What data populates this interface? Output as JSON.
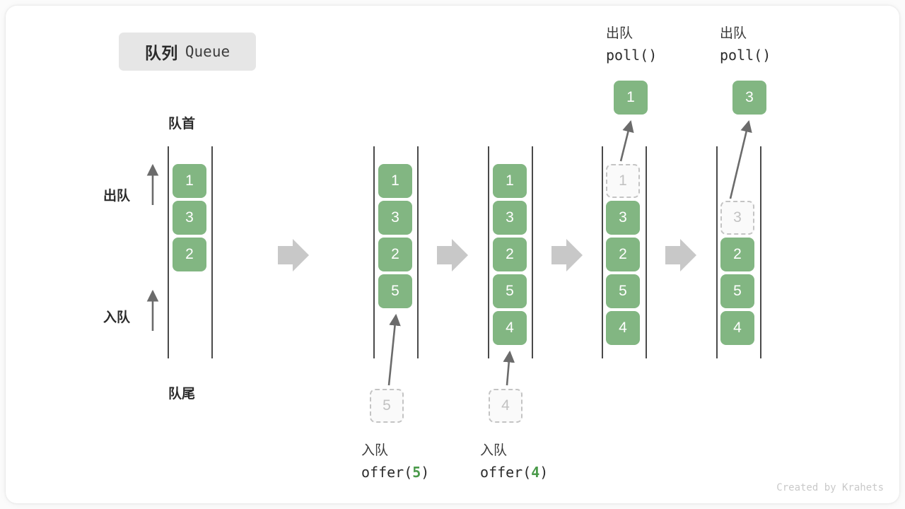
{
  "title": {
    "cn": "队列",
    "en": "Queue"
  },
  "labels": {
    "head": "队首",
    "tail": "队尾",
    "dequeue": "出队",
    "enqueue": "入队"
  },
  "credit": "Created by Krahets",
  "colors": {
    "cell_green": "#82b682",
    "ghost_border": "#c4c4c4",
    "ghost_text": "#c2c2c2",
    "rail": "#4a4a4a",
    "step_arrow": "#c8c8c8",
    "code_number": "#4a9a4a",
    "chip_bg": "#e6e6e6"
  },
  "steps": [
    {
      "id": "initial",
      "cells": [
        "1",
        "3",
        "2"
      ],
      "ghost": null,
      "op_cn": null,
      "op_code": null
    },
    {
      "id": "offer-5",
      "cells": [
        "1",
        "3",
        "2",
        "5"
      ],
      "ghost": {
        "value": "5",
        "position": "bottom"
      },
      "op_cn": "入队",
      "op_code_prefix": "offer(",
      "op_code_number": "5",
      "op_code_suffix": ")",
      "op_code": "offer(5)"
    },
    {
      "id": "offer-4",
      "cells": [
        "1",
        "3",
        "2",
        "5",
        "4"
      ],
      "ghost": {
        "value": "4",
        "position": "bottom"
      },
      "op_cn": "入队",
      "op_code_prefix": "offer(",
      "op_code_number": "4",
      "op_code_suffix": ")",
      "op_code": "offer(4)"
    },
    {
      "id": "poll-1",
      "cells": [
        "3",
        "2",
        "5",
        "4"
      ],
      "ghost": {
        "value": "1",
        "position": "top"
      },
      "popped": "1",
      "op_cn": "出队",
      "op_code": "poll()"
    },
    {
      "id": "poll-3",
      "cells": [
        "2",
        "5",
        "4"
      ],
      "ghost": {
        "value": "3",
        "position": "slot2"
      },
      "popped": "3",
      "op_cn": "出队",
      "op_code": "poll()"
    }
  ]
}
